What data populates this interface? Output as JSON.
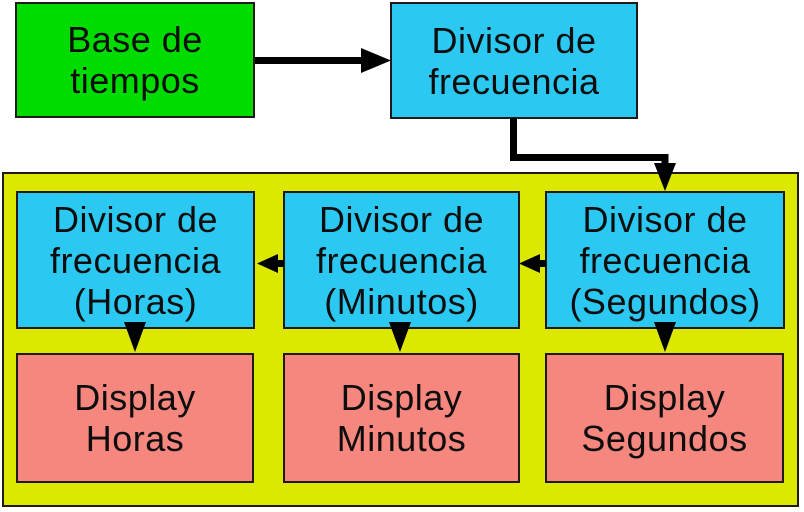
{
  "colors": {
    "bg": "#ffffff",
    "green": "#00dc00",
    "cyan": "#2bc9f2",
    "yellow": "#dce800",
    "salmon": "#f5877f",
    "border": "#1f1a17",
    "arrow": "#000000",
    "text": "#0d0d0d"
  },
  "blocks": {
    "base_tiempos": "Base de\ntiempos",
    "divisor_principal": "Divisor de\nfrecuencia",
    "divisor_horas": "Divisor de\nfrecuencia\n(Horas)",
    "divisor_minutos": "Divisor de\nfrecuencia\n(Minutos)",
    "divisor_segundos": "Divisor de\nfrecuencia\n(Segundos)",
    "display_horas": "Display\nHoras",
    "display_minutos": "Display\nMinutos",
    "display_segundos": "Display\nSegundos"
  }
}
